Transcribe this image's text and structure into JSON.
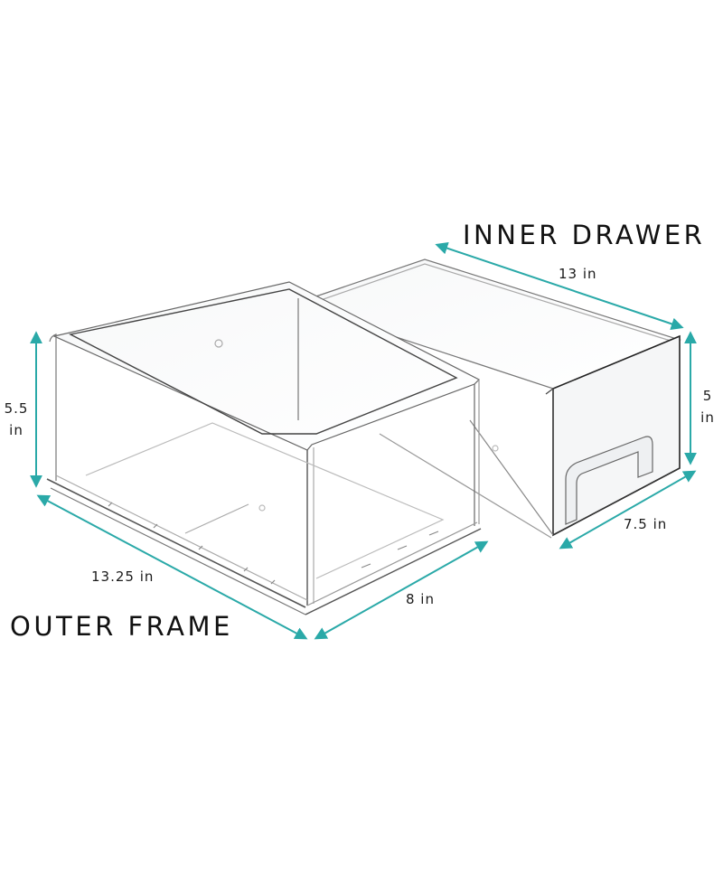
{
  "diagram": {
    "accent_color": "#2aa9a8",
    "outline_color": "#3a3a3a",
    "components": [
      {
        "id": "inner-drawer",
        "title": "INNER DRAWER",
        "dimensions": {
          "length": {
            "value": "13",
            "unit": "in",
            "label": "13 in"
          },
          "height": {
            "value": "5",
            "unit": "in",
            "label_line1": "5",
            "label_line2": "in"
          },
          "width": {
            "value": "7.5",
            "unit": "in",
            "label": "7.5 in"
          }
        }
      },
      {
        "id": "outer-frame",
        "title": "OUTER FRAME",
        "dimensions": {
          "length": {
            "value": "13.25",
            "unit": "in",
            "label": "13.25 in"
          },
          "height": {
            "value": "5.5",
            "unit": "in",
            "label_line1": "5.5",
            "label_line2": "in"
          },
          "width": {
            "value": "8",
            "unit": "in",
            "label": "8 in"
          }
        }
      }
    ]
  }
}
